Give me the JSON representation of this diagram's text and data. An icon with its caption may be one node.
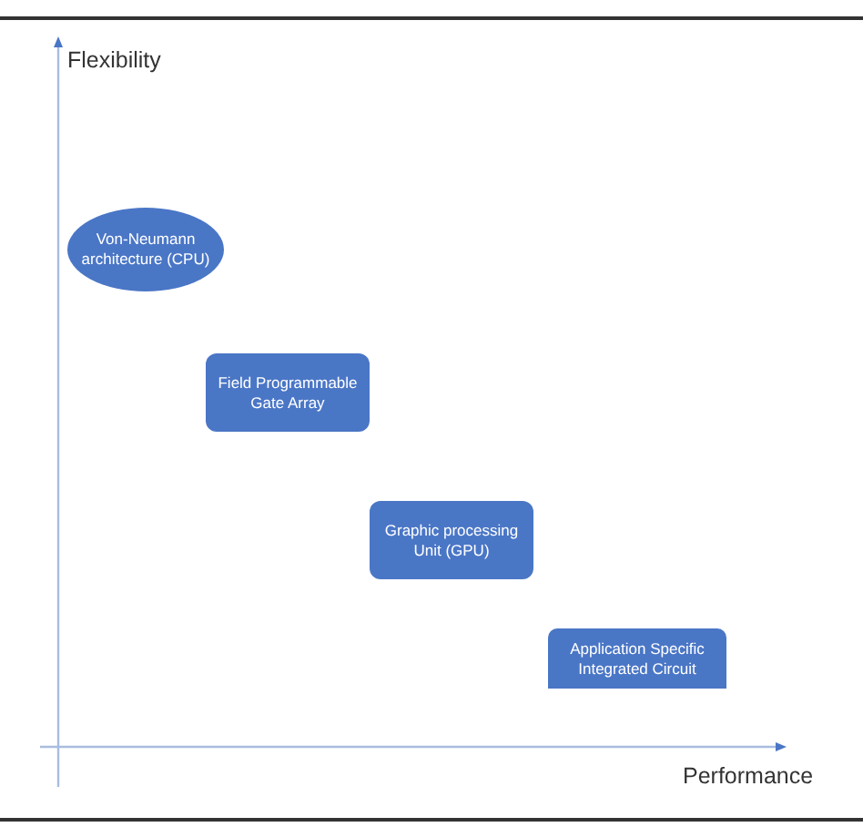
{
  "diagram": {
    "nodes": [
      {
        "text": [
          "Von-Neumann architecture (CPU)"
        ]
      },
      {
        "text": [
          "Field Programmable Gate Array"
        ]
      },
      {
        "text": [
          "Graphic processing Unit (GPU)"
        ]
      },
      {
        "text": [
          "Application Specific Integrated Circuit"
        ]
      }
    ],
    "labels": [
      "Flexibility",
      "Performance"
    ]
  }
}
